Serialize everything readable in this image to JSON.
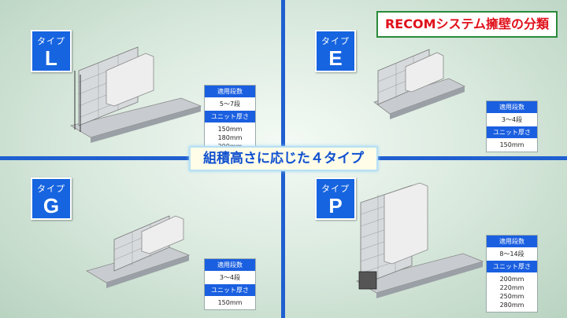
{
  "title": "RECOMシステム擁壁の分類",
  "center_label": "組積高さに応じた４タイプ",
  "types": [
    {
      "label": "タイプ",
      "letter": "L",
      "spec_header1": "適用段数",
      "stages": "5～7段",
      "spec_header2": "ユニット厚さ",
      "thickness": [
        "150mm",
        "180mm",
        "200mm"
      ]
    },
    {
      "label": "タイプ",
      "letter": "E",
      "spec_header1": "適用段数",
      "stages": "3～4段",
      "spec_header2": "ユニット厚さ",
      "thickness": [
        "150mm"
      ]
    },
    {
      "label": "タイプ",
      "letter": "G",
      "spec_header1": "適用段数",
      "stages": "3～4段",
      "spec_header2": "ユニット厚さ",
      "thickness": [
        "150mm"
      ]
    },
    {
      "label": "タイプ",
      "letter": "P",
      "spec_header1": "適用段数",
      "stages": "8～14段",
      "spec_header2": "ユニット厚さ",
      "thickness": [
        "200mm",
        "220mm",
        "250mm",
        "280mm"
      ]
    }
  ],
  "colors": {
    "divider": "#1f5fd0",
    "badge": "#1664e0",
    "title_text": "#e0101a",
    "center_text": "#1050d0"
  }
}
